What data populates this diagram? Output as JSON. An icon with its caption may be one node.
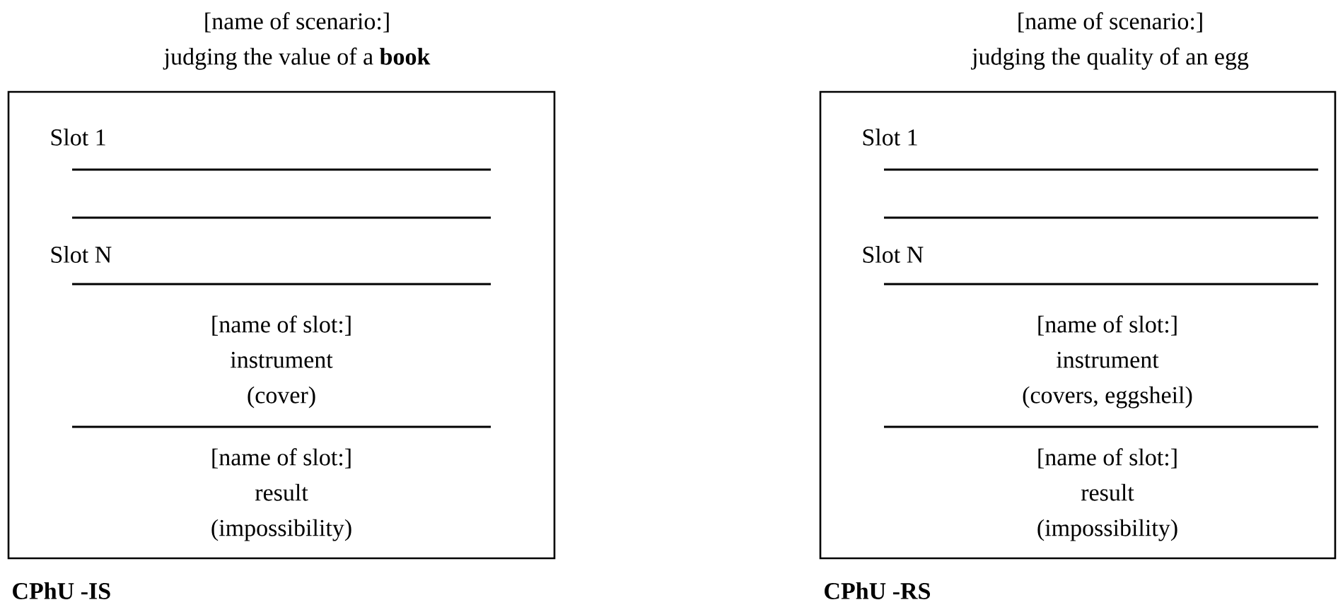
{
  "diagram": {
    "nodes": [
      {
        "text": [
          "[name of scenario:]",
          "judging the value of a **book**"
        ],
        "beside": [
          "CPhU -IS"
        ]
      },
      {
        "text": [
          "Slot 1"
        ],
        "in": 0
      },
      {
        "text": [
          "Slot N"
        ],
        "in": 0
      },
      {
        "text": [
          "[name of slot:]",
          "instrument",
          "(cover)"
        ],
        "in": 0
      },
      {
        "text": [
          "[name of slot:]",
          "result",
          "(impossibility)"
        ],
        "in": 0
      },
      {
        "text": [
          "[name of scenario:]",
          "judging the quality of an egg"
        ],
        "beside": [
          "CPhU -RS"
        ]
      },
      {
        "text": [
          "Slot 1"
        ],
        "in": 5
      },
      {
        "text": [
          "Slot N"
        ],
        "in": 5
      },
      {
        "text": [
          "[name of slot:]",
          "instrument",
          "(covers, eggsheil)"
        ],
        "in": 5
      },
      {
        "text": [
          "[name of slot:]",
          "result",
          "(impossibility)"
        ],
        "in": 5
      }
    ]
  }
}
